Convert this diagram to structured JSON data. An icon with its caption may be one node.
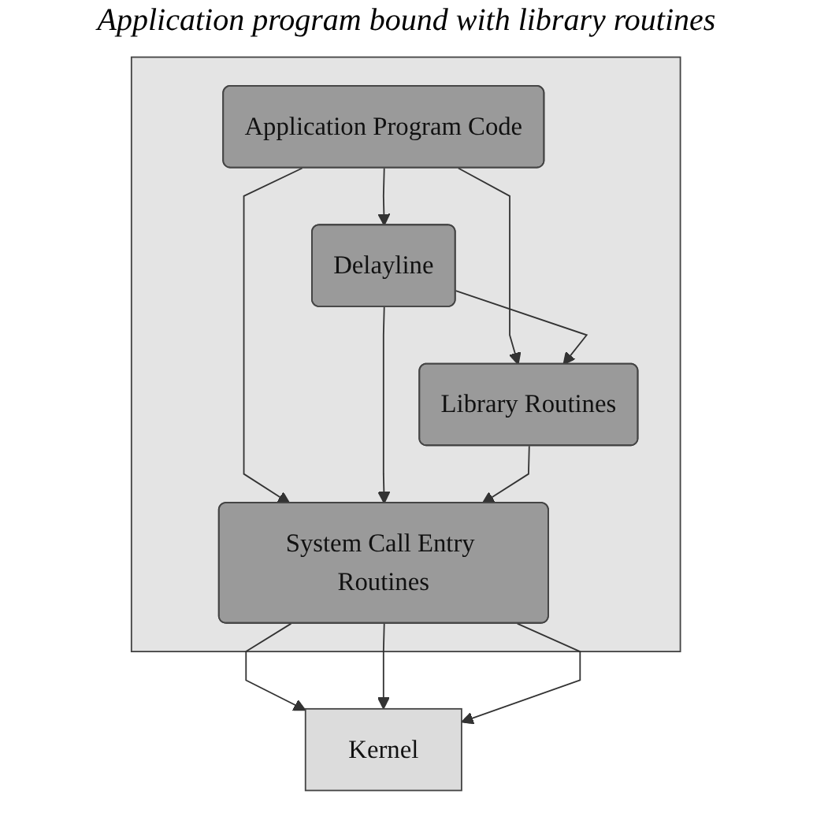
{
  "diagram": {
    "title": "Application program bound with library routines",
    "nodes": [
      {
        "text": [],
        "shape": "box"
      },
      {
        "text": [
          "Application Program Code"
        ],
        "in": 0
      },
      {
        "text": [
          "Delayline"
        ],
        "in": 0
      },
      {
        "text": [
          "Library Routines"
        ],
        "in": 0
      },
      {
        "text": [
          "System Call Entry Routines"
        ],
        "in": 0
      },
      {
        "text": [
          "Kernel"
        ]
      }
    ],
    "edges": [
      {
        "from": 1,
        "to": 2,
        "arrow": "to"
      },
      {
        "from": 1,
        "to": 3,
        "arrow": "to"
      },
      {
        "from": 1,
        "to": 4,
        "arrow": "to"
      },
      {
        "from": 2,
        "to": 3,
        "arrow": "to"
      },
      {
        "from": 2,
        "to": 4,
        "arrow": "to"
      },
      {
        "from": 3,
        "to": 4,
        "arrow": "to"
      },
      {
        "from": 4,
        "to": 5,
        "arrow": "to"
      },
      {
        "from": 4,
        "to": 5,
        "arrow": "to"
      },
      {
        "from": 4,
        "to": 5,
        "arrow": "to"
      }
    ]
  }
}
